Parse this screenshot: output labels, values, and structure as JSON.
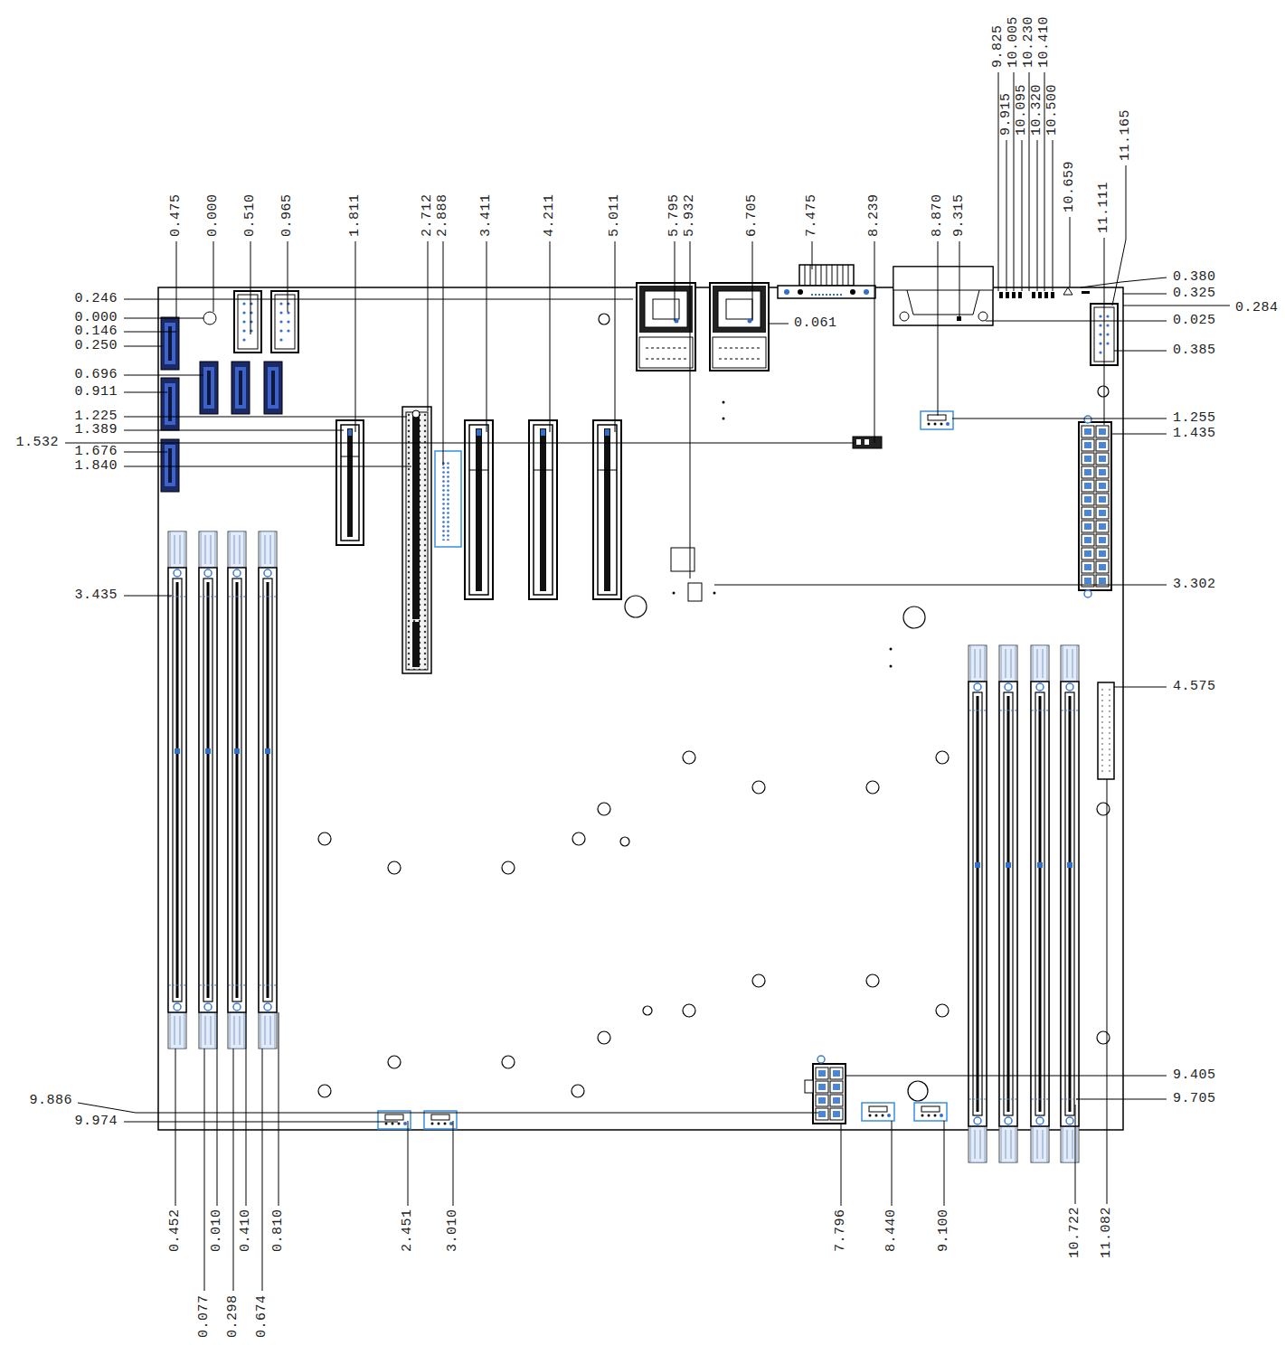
{
  "diagram": {
    "labels": [
      "0.475",
      "0.000",
      "0.510",
      "0.965",
      "1.811",
      "2.712",
      "2.888",
      "3.411",
      "4.211",
      "5.011",
      "5.795",
      "5.932",
      "6.705",
      "7.475",
      "8.239",
      "8.870",
      "9.315",
      "9.825",
      "10.005",
      "10.230",
      "10.410",
      "9.915",
      "10.095",
      "10.320",
      "10.500",
      "10.659",
      "11.111",
      "11.165",
      "0.246",
      "0.000",
      "0.146",
      "0.250",
      "0.696",
      "0.911",
      "1.225",
      "1.389",
      "1.532",
      "1.676",
      "1.840",
      "3.435",
      "9.886",
      "9.974",
      "0.380",
      "0.325",
      "0.284",
      "0.025",
      "0.385",
      "0.061",
      "1.255",
      "1.435",
      "3.302",
      "4.575",
      "9.405",
      "9.705",
      "0.452",
      "0.010",
      "0.410",
      "0.810",
      "0.077",
      "0.298",
      "0.674",
      "2.451",
      "3.010",
      "7.796",
      "8.440",
      "9.100",
      "10.722",
      "11.082"
    ]
  }
}
